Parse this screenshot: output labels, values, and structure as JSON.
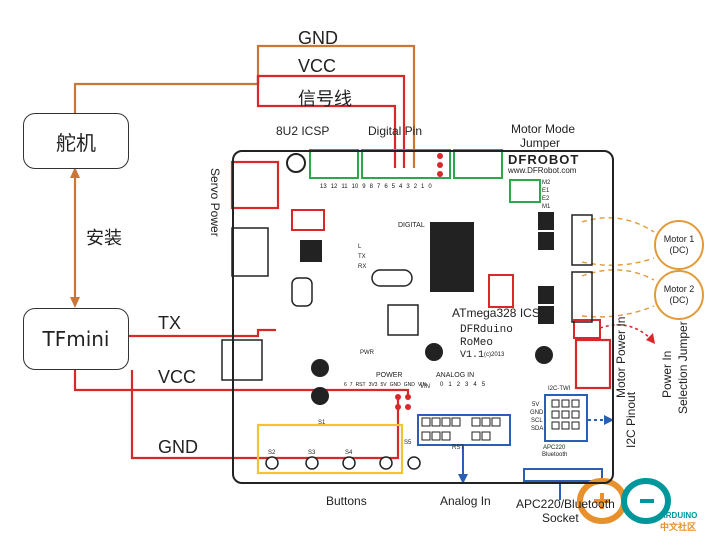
{
  "boxes": {
    "servo": "舵机",
    "tfmini": "TFmini"
  },
  "mount_label": "安装",
  "wires_top": {
    "gnd": "GND",
    "vcc": "VCC",
    "signal": "信号线"
  },
  "wires_bottom": {
    "tx": "TX",
    "vcc": "VCC",
    "gnd": "GND"
  },
  "annotations": {
    "icsp_8u2": "8U2 ICSP",
    "digital_pin": "Digital Pin",
    "motor_mode_jumper_1": "Motor Mode",
    "motor_mode_jumper_2": "Jumper",
    "servo_power": "Servo Power",
    "atmega_icsp": "ATmega328 ICSP",
    "motor_power_in": "Motor Power In",
    "power_in_selection_1": "Power In",
    "power_in_selection_2": "Selection Jumper",
    "i2c_pinout": "I2C Pinout",
    "buttons": "Buttons",
    "analog_in": "Analog In",
    "apc220_1": "APC220/Bluetooth",
    "apc220_2": "Socket"
  },
  "motors": {
    "m1_line1": "Motor 1",
    "m1_line2": "(DC)",
    "m2_line1": "Motor 2",
    "m2_line2": "(DC)"
  },
  "board": {
    "brand": "DFROBOT",
    "url": "www.DFRobot.com",
    "model_1": "DFRduino",
    "model_2": "RoMeo",
    "version": "V1.1",
    "copyright": "(c)2013",
    "digital": "DIGITAL",
    "power": "POWER",
    "analog_in": "ANALOG IN",
    "pwr": "PWR",
    "i2c_twi": "I2C-TWI",
    "apc220": "APC220",
    "bluetooth": "Bluetooth",
    "rst": "RST",
    "s1": "S1",
    "s2": "S2",
    "s3": "S3",
    "s4": "S4",
    "s5": "S5",
    "m2": "M2",
    "m1": "M1",
    "e1": "E1",
    "e2": "E2",
    "gnd": "GND",
    "sda": "SDA",
    "scl": "SCL",
    "v5": "5V",
    "vin": "VIN",
    "tx": "TX",
    "rx": "RX",
    "l": "L",
    "d_nums": [
      "13",
      "12",
      "11",
      "10",
      "9",
      "8",
      "7",
      "6",
      "5",
      "4",
      "3",
      "2",
      "1",
      "0"
    ],
    "a_nums": [
      "0",
      "1",
      "2",
      "3",
      "4",
      "5"
    ],
    "power_pins": [
      "6",
      "7",
      "RST",
      "3V3",
      "5V",
      "GND",
      "GND",
      "VIN"
    ]
  },
  "logo": {
    "text_en": "ARDUINO",
    "text_cn": "中文社区"
  },
  "colors": {
    "red_wire": "#d8282a",
    "orange_wire": "#c8773a",
    "green_box": "#2aa84a",
    "blue_box": "#2b5fb5",
    "yellow_box": "#f2c530",
    "logo_teal": "#00979c",
    "logo_orange": "#e8902b"
  }
}
